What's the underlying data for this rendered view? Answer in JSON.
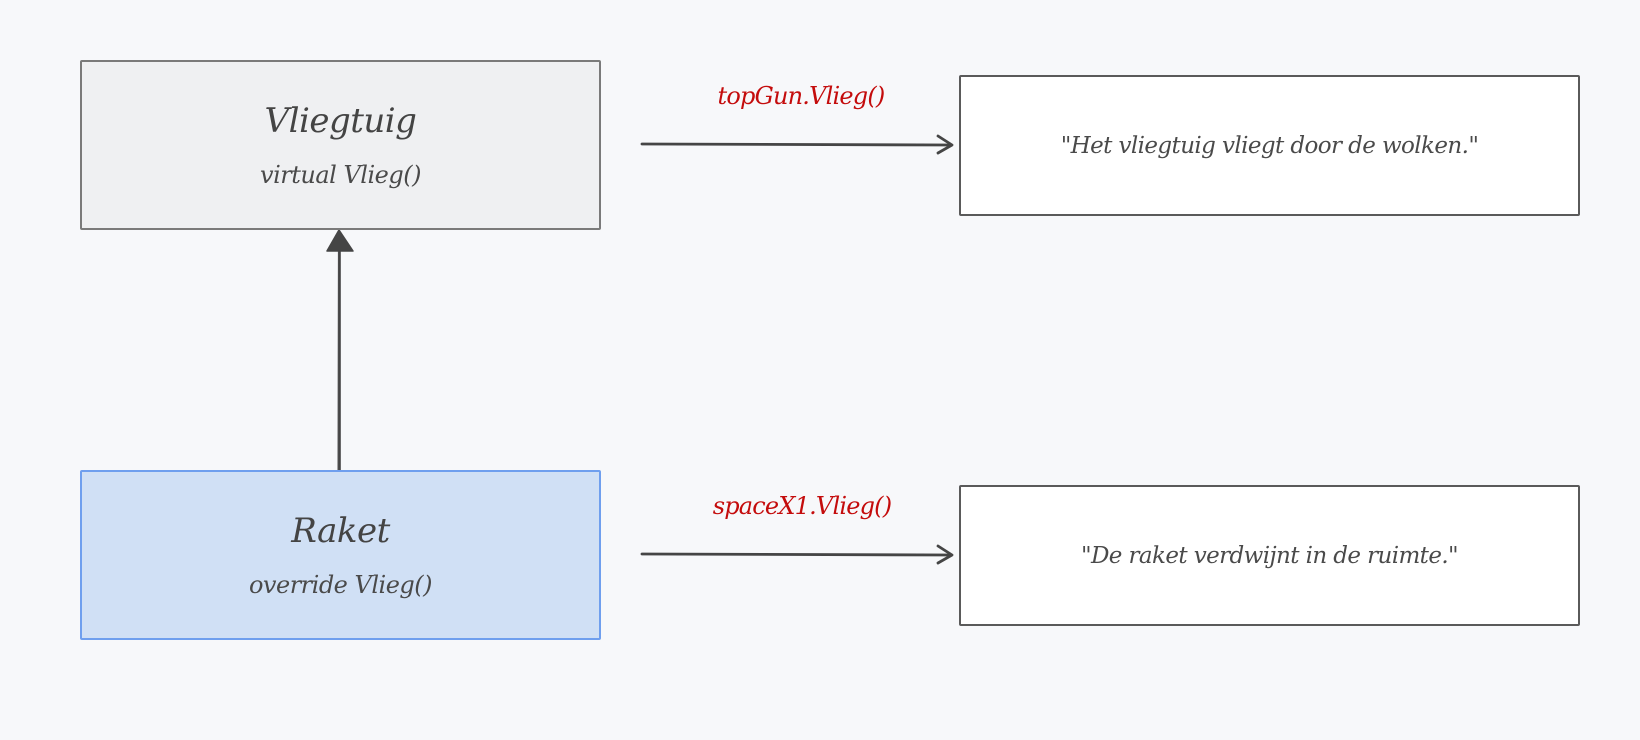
{
  "classes": {
    "base": {
      "name": "Vliegtuig",
      "method": "virtual Vlieg()"
    },
    "derived": {
      "name": "Raket",
      "method": "override Vlieg()"
    }
  },
  "calls": [
    {
      "label": "topGun.Vlieg()",
      "output": "\"Het vliegtuig vliegt door de wolken.\""
    },
    {
      "label": "spaceX1.Vlieg()",
      "output": "\"De raket verdwijnt in de ruimte.\""
    }
  ],
  "colors": {
    "call_label": "#c40c0c",
    "derived_fill": "#d0e0f5",
    "derived_border": "#6f9fee",
    "base_fill": "#eff0f2",
    "stroke": "#4a4a4a"
  }
}
